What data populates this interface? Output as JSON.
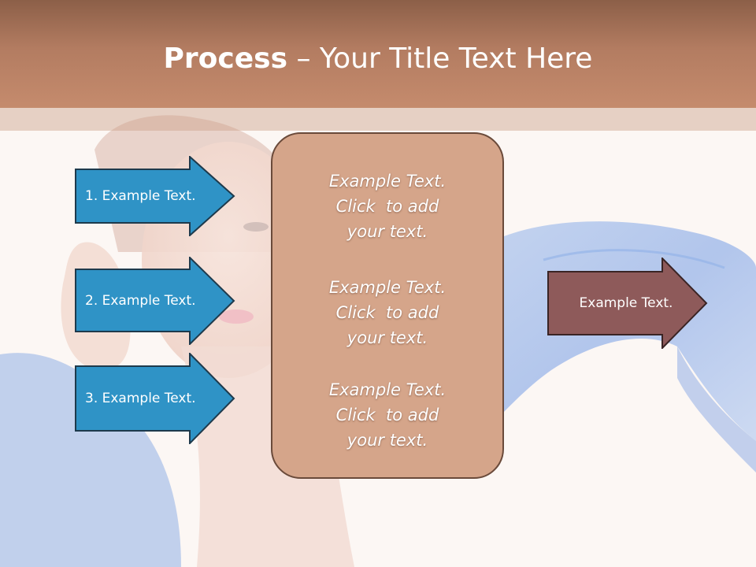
{
  "title": {
    "bold": "Process",
    "dash": " – ",
    "rest": "Your Title Text Here"
  },
  "left_steps": [
    {
      "label": "1. Example Text."
    },
    {
      "label": "2. Example Text."
    },
    {
      "label": "3. Example Text."
    }
  ],
  "center_blocks": [
    {
      "lines": [
        "Example Text.",
        "Click  to add",
        "your text."
      ]
    },
    {
      "lines": [
        "Example Text.",
        "Click  to add",
        "your text."
      ]
    },
    {
      "lines": [
        "Example Text.",
        "Click  to add",
        "your text."
      ]
    }
  ],
  "right_arrow": {
    "label": "Example Text."
  },
  "colors": {
    "title_bar": "#b37c61",
    "left_arrow_fill": "#2f93c6",
    "left_arrow_stroke": "#1e3a4c",
    "center_box_fill": "#d5a58a",
    "right_arrow_fill": "#8e5a5a"
  }
}
